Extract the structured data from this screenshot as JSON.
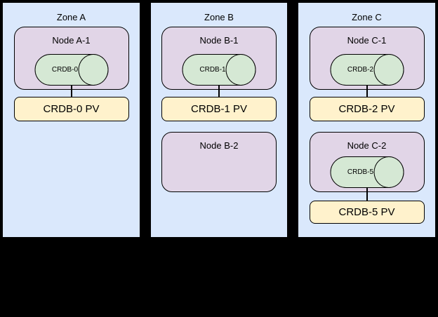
{
  "diagram": {
    "background_color": "#000000",
    "colors": {
      "zone_fill": "#dae8fc",
      "node_fill": "#e1d5e7",
      "cylinder_fill": "#d5e8d4",
      "pv_fill": "#fff2cc",
      "stroke": "#000000",
      "text": "#000000"
    },
    "zones": [
      {
        "title": "Zone A",
        "nodes": [
          {
            "title": "Node A-1",
            "cylinder": "CRDB-0",
            "pv": "CRDB-0 PV"
          }
        ]
      },
      {
        "title": "Zone B",
        "nodes": [
          {
            "title": "Node B-1",
            "cylinder": "CRDB-1",
            "pv": "CRDB-1 PV"
          },
          {
            "title": "Node B-2"
          }
        ]
      },
      {
        "title": "Zone C",
        "nodes": [
          {
            "title": "Node C-1",
            "cylinder": "CRDB-2",
            "pv": "CRDB-2 PV"
          },
          {
            "title": "Node C-2",
            "cylinder": "CRDB-5",
            "pv": "CRDB-5 PV"
          }
        ]
      }
    ]
  }
}
